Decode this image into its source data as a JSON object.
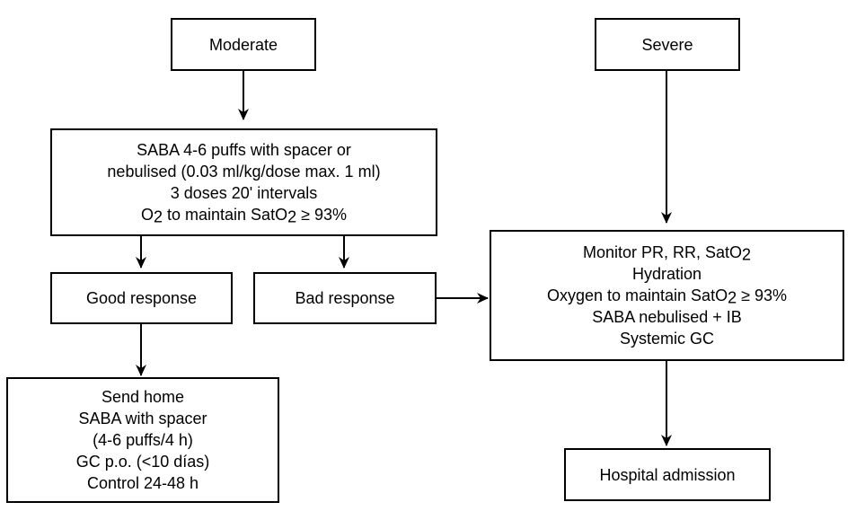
{
  "moderate": {
    "label": "Moderate"
  },
  "severe": {
    "label": "Severe"
  },
  "saba_treatment": {
    "lines": [
      {
        "text": "SABA 4-6 puffs with spacer or"
      },
      {
        "text": "nebulised (0.03 ml/kg/dose max. 1 ml)"
      },
      {
        "text": "3 doses 20' intervals"
      },
      {
        "a": "O",
        "b": "2",
        "c": " to maintain SatO",
        "d": "2",
        "e": " ≥ 93%"
      }
    ]
  },
  "good_response": {
    "label": "Good response"
  },
  "bad_response": {
    "label": "Bad response"
  },
  "monitor": {
    "lines": [
      {
        "a": "Monitor PR, RR, SatO",
        "b": "2"
      },
      {
        "text": "Hydration"
      },
      {
        "a": "Oxygen to maintain SatO",
        "b": "2",
        "c": " ≥ 93%"
      },
      {
        "text": "SABA nebulised + IB"
      },
      {
        "text": "Systemic GC"
      }
    ]
  },
  "send_home": {
    "lines": [
      "Send home",
      "SABA with spacer",
      "(4-6 puffs/4 h)",
      "GC p.o. (<10 días)",
      "Control 24-48 h"
    ]
  },
  "hospital_admission": {
    "label": "Hospital admission"
  }
}
